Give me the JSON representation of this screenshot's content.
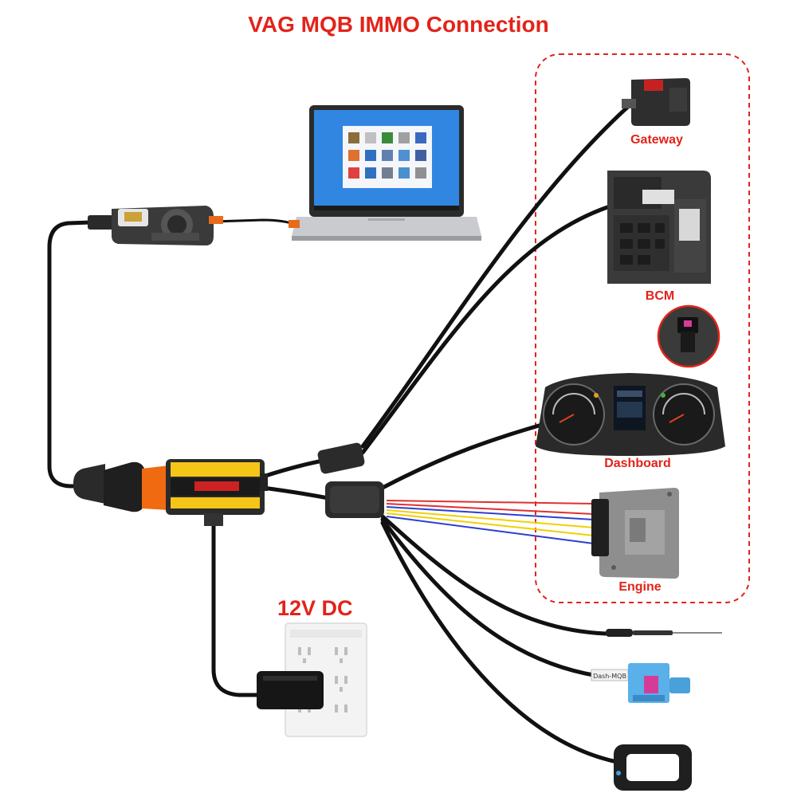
{
  "title": "VAG MQB IMMO Connection",
  "power_label": "12V DC",
  "modules": {
    "gateway": "Gateway",
    "bcm": "BCM",
    "dashboard": "Dashboard",
    "engine": "Engine"
  },
  "adapter_tag": "Dash-MQB",
  "colors": {
    "accent_red": "#e2231a",
    "cable": "#111111",
    "wire_red": "#e03030",
    "wire_blue": "#2c3fd0",
    "wire_yellow": "#f0d000",
    "desktop_blue": "#1d73d9"
  },
  "icons": [
    "laptop-icon",
    "key-programmer-icon",
    "obd-adapter-icon",
    "power-outlet-icon",
    "power-adapter-icon",
    "gateway-module-icon",
    "bcm-module-icon",
    "connector-zoom-icon",
    "dashboard-cluster-icon",
    "engine-ecu-icon",
    "probe-pin-icon",
    "blue-connector-icon",
    "key-coil-icon"
  ]
}
